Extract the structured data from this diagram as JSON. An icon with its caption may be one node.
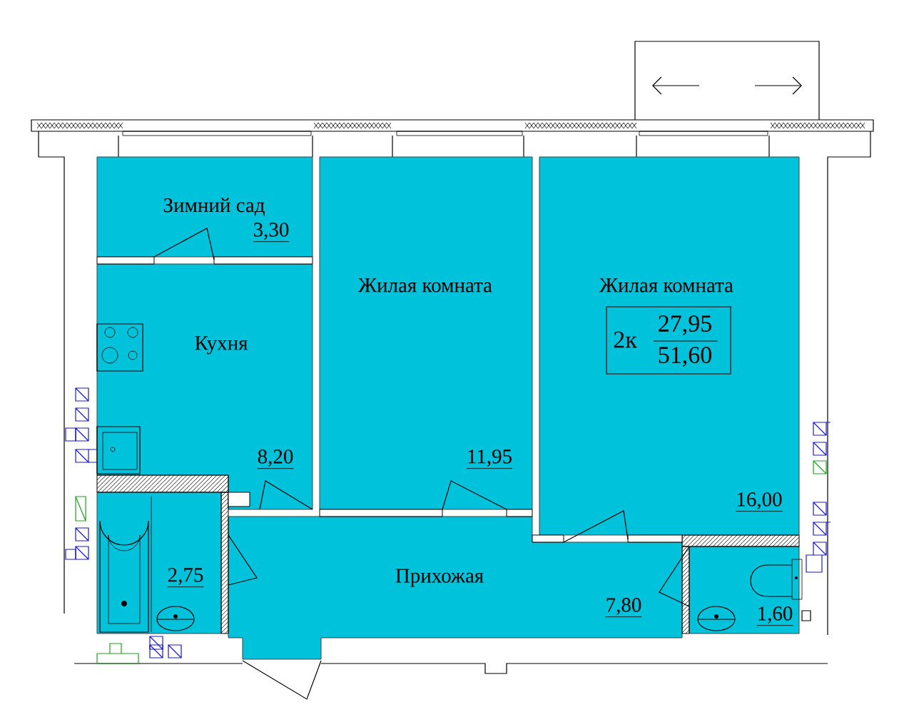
{
  "diagram": {
    "nodes": [
      {
        "text": [
          "Зимний сад",
          "3,30"
        ]
      },
      {
        "text": [
          "Жилая комната",
          "11,95"
        ]
      },
      {
        "text": [
          "Жилая комната",
          "16,00"
        ]
      },
      {
        "text": [
          "2к",
          "27,95",
          "51,60"
        ],
        "in": 2
      },
      {
        "text": [
          "Кухня",
          "8,20"
        ]
      },
      {
        "text": [
          "2,75"
        ]
      },
      {
        "text": [
          "Прихожая",
          "7,80"
        ]
      },
      {
        "text": [
          "1,60"
        ]
      }
    ]
  }
}
